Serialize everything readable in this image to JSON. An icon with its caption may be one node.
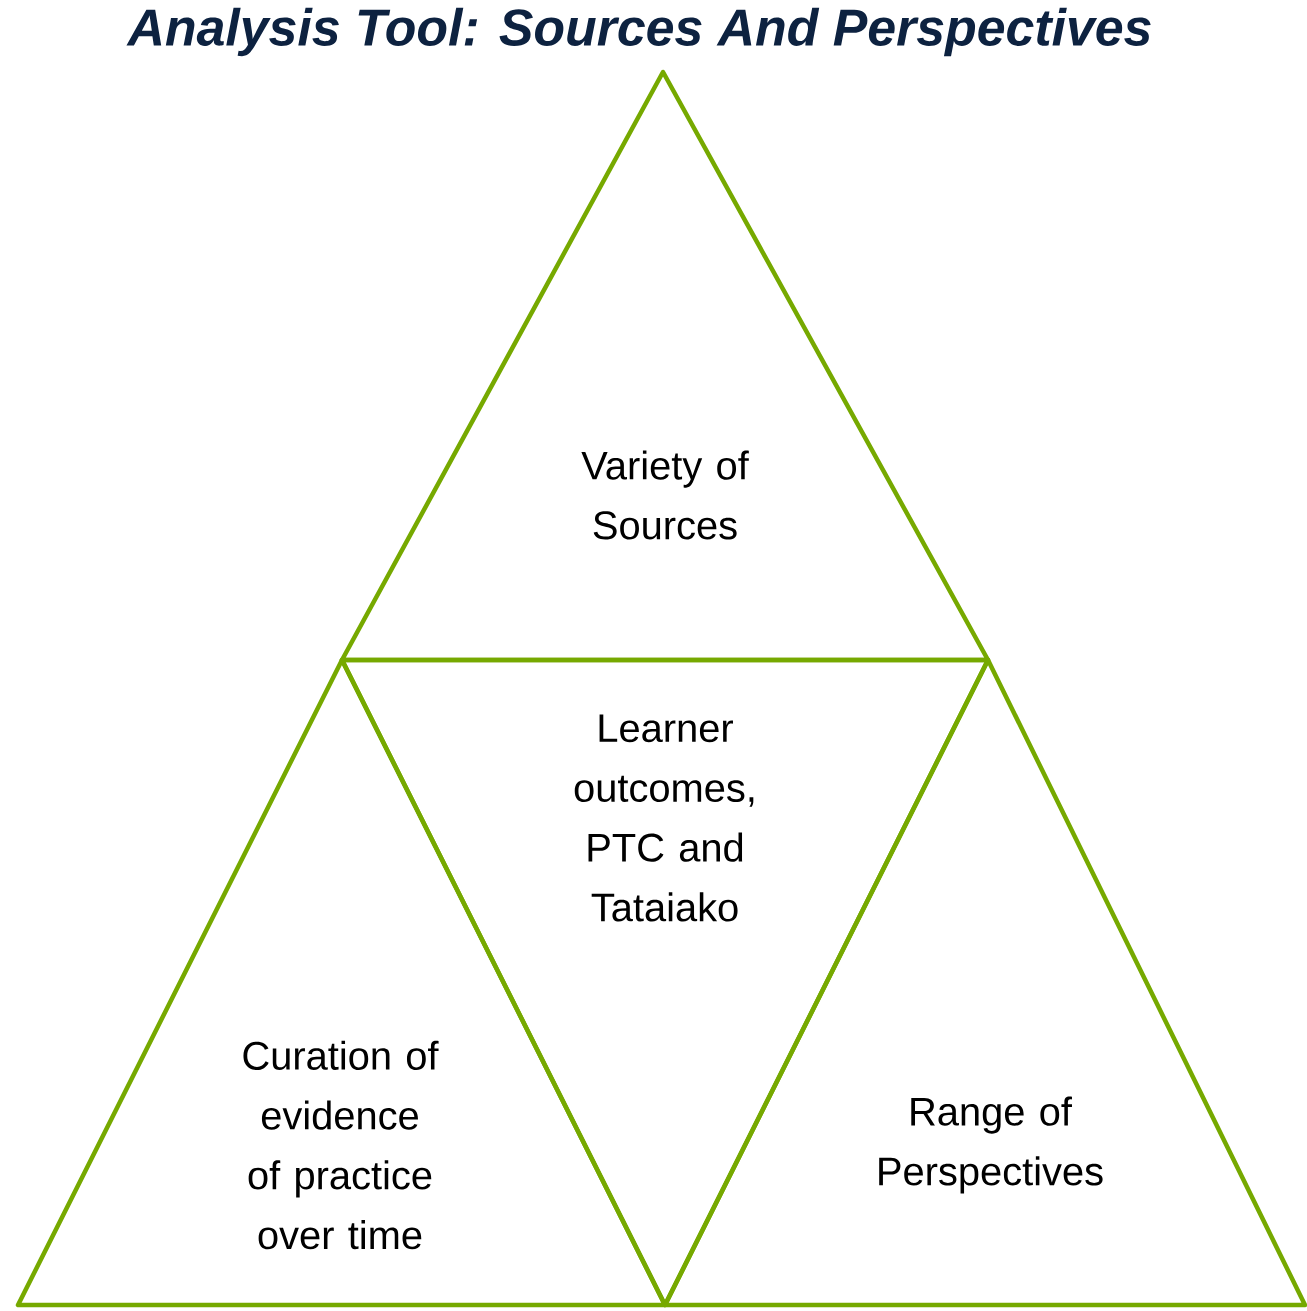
{
  "diagram": {
    "title": "Analysis Tool: Sources And Perspectives",
    "nodes": [
      {
        "text": [
          "Variety of Sources"
        ]
      },
      {
        "text": [
          "Learner outcomes, PTC and Tataiako"
        ]
      },
      {
        "text": [
          "Curation of evidence of practice over time"
        ]
      },
      {
        "text": [
          "Range of Perspectives"
        ]
      }
    ]
  }
}
